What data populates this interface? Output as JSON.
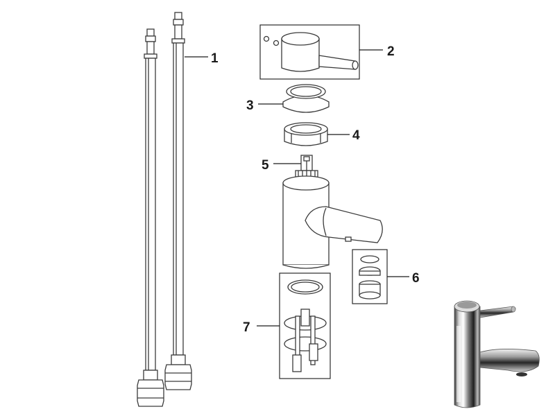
{
  "diagram": {
    "callouts": [
      {
        "id": "1",
        "label": "1"
      },
      {
        "id": "2",
        "label": "2"
      },
      {
        "id": "3",
        "label": "3"
      },
      {
        "id": "4",
        "label": "4"
      },
      {
        "id": "5",
        "label": "5"
      },
      {
        "id": "6",
        "label": "6"
      },
      {
        "id": "7",
        "label": "7"
      }
    ],
    "colors": {
      "line": "#3a3a3a",
      "text": "#1a1a1a",
      "chrome_dark": "#2b2b2b",
      "chrome_light": "#e8e8e8"
    }
  }
}
